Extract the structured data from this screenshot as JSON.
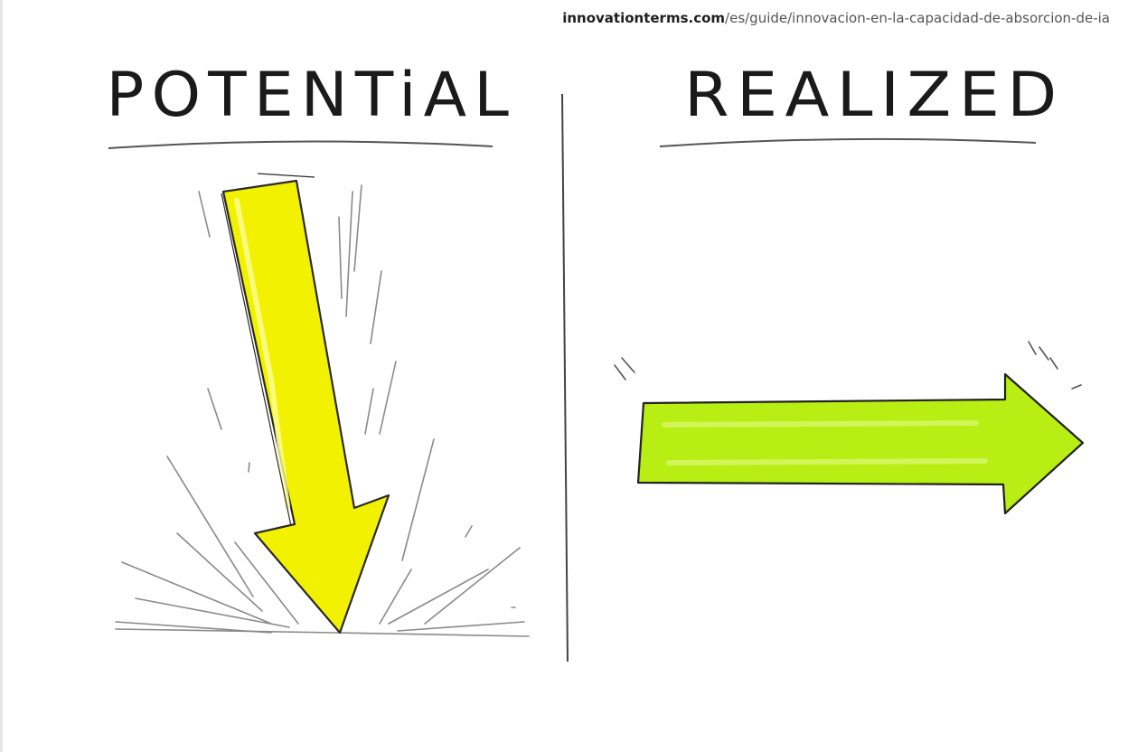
{
  "source": {
    "domain": "innovationterms.com",
    "path": "/es/guide/innovacion-en-la-capacidad-de-absorcion-de-ia"
  },
  "panels": [
    {
      "heading": "POTENTiAL",
      "arrow": "down-arrow-impact",
      "arrow_color": "#f2f200"
    },
    {
      "heading": "REALIZED",
      "arrow": "right-arrow-motion",
      "arrow_color": "#b8ee14"
    }
  ],
  "colors": {
    "ink": "#1a1a1a",
    "pencil": "#8a8a8a",
    "divider": "#444444"
  }
}
